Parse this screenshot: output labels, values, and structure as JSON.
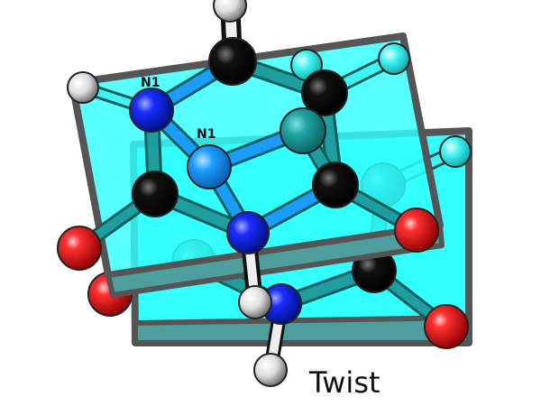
{
  "labels": {
    "atom_label_1": "N1",
    "atom_label_2": "N1",
    "caption": "Twist"
  },
  "colors": {
    "plane_fill": "#33ffff",
    "plane_edge": "#555555",
    "plane_side": "#4f9e9e",
    "carbon_black": "#0a0a0a",
    "carbon_teal": "#1fa3a3",
    "nitrogen_blue": "#0a1eff",
    "nitrogen_light": "#1a9dff",
    "oxygen_red": "#ff1a1a",
    "hydrogen_white": "#f2f2f2",
    "hydrogen_cyan": "#3ff4f4",
    "bond_teal": "#1e9e9e"
  },
  "atoms": [
    "C",
    "N",
    "O",
    "H"
  ]
}
